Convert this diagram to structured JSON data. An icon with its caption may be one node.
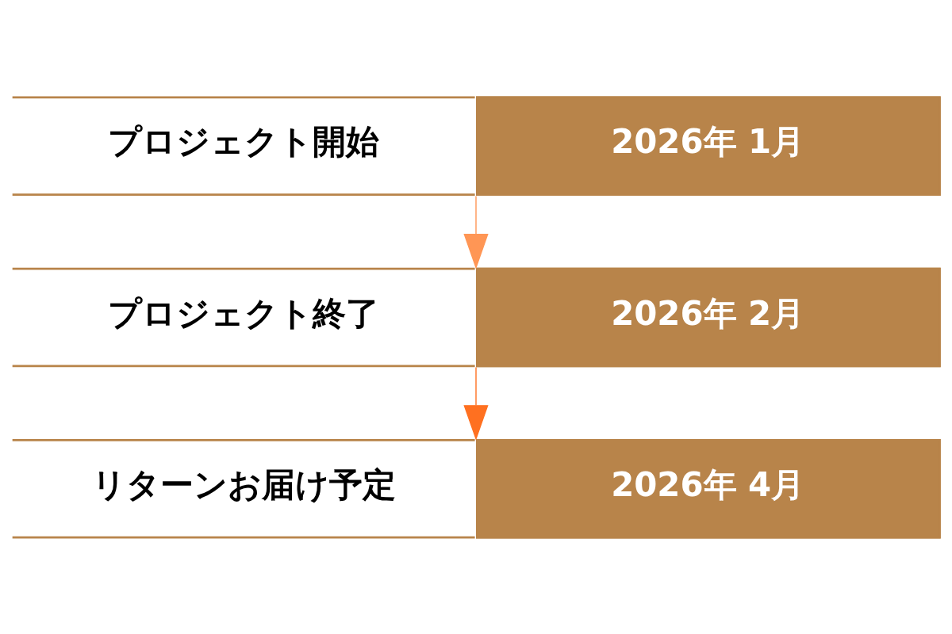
{
  "diagram": {
    "nodes": [
      {
        "text": [
          "プロジェクト開始",
          "2026年 1月"
        ]
      },
      {
        "text": [
          "プロジェクト終了",
          "2026年 2月"
        ]
      },
      {
        "text": [
          "リターンお届け予定",
          "2026年 4月"
        ]
      }
    ],
    "edges": [
      {
        "from": 0,
        "to": 1,
        "arrow": "to",
        "color": "#ff9655"
      },
      {
        "from": 1,
        "to": 2,
        "arrow": "to",
        "color": "#ff7020"
      }
    ]
  }
}
